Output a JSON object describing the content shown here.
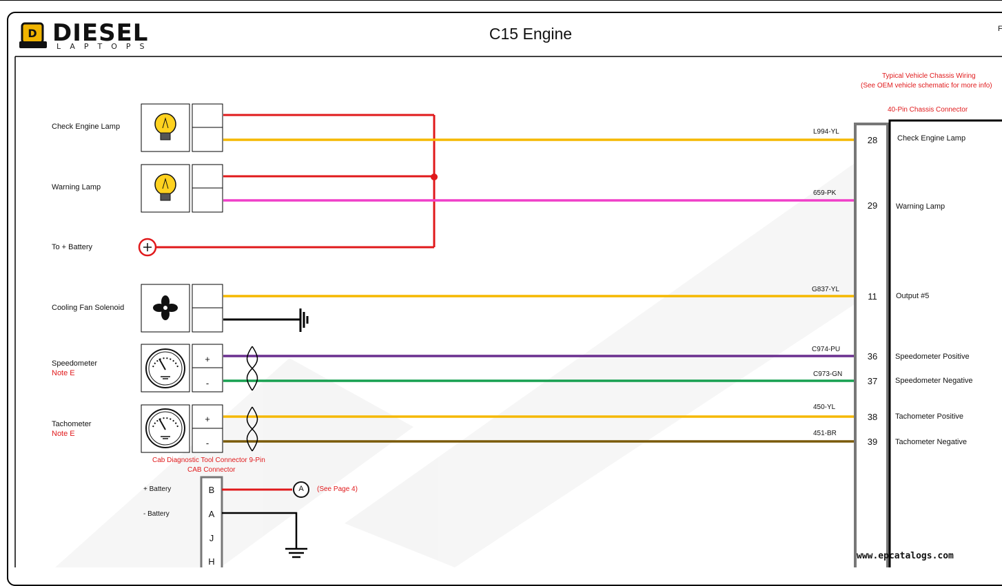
{
  "header": {
    "title": "C15 Engine",
    "logo_word": "DIESEL",
    "logo_sub": "LAPTOPS",
    "corner_text": "F"
  },
  "chassis": {
    "note_line1": "Typical Vehicle Chassis Wiring",
    "note_line2": "(See OEM vehicle schematic for more info)",
    "connector_title": "40-Pin Chassis Connector"
  },
  "components": [
    {
      "label": "Check Engine Lamp",
      "icon": "light-bulb-icon"
    },
    {
      "label": "Warning Lamp",
      "icon": "light-bulb-icon"
    },
    {
      "label": "To + Battery",
      "icon": "battery-positive-icon"
    },
    {
      "label": "Cooling Fan Solenoid",
      "icon": "fan-icon"
    },
    {
      "label": "Speedometer",
      "note": "Note E",
      "icon": "gauge-icon"
    },
    {
      "label": "Tachometer",
      "note": "Note E",
      "icon": "gauge-icon"
    }
  ],
  "wires": [
    {
      "code": "L994-YL",
      "pin": "28",
      "name": "Check Engine Lamp",
      "color": "#f5b800"
    },
    {
      "code": "659-PK",
      "pin": "29",
      "name": "Warning Lamp",
      "color": "#f03fc8"
    },
    {
      "code": "G837-YL",
      "pin": "11",
      "name": "Output #5",
      "color": "#f5b800"
    },
    {
      "code": "C974-PU",
      "pin": "36",
      "name": "Speedometer Positive",
      "color": "#6a2f8f"
    },
    {
      "code": "C973-GN",
      "pin": "37",
      "name": "Speedometer Negative",
      "color": "#17a050"
    },
    {
      "code": "450-YL",
      "pin": "38",
      "name": "Tachometer Positive",
      "color": "#f5b800"
    },
    {
      "code": "451-BR",
      "pin": "39",
      "name": "Tachometer Negative",
      "color": "#7a5a0a"
    }
  ],
  "gauge_terminals": {
    "plus": "+",
    "minus": "-"
  },
  "cab_connector": {
    "title_line1": "Cab Diagnostic Tool Connector 9-Pin",
    "title_line2": "CAB Connector",
    "pins": [
      "B",
      "A",
      "J",
      "H"
    ],
    "labels": [
      "+ Battery",
      "- Battery"
    ],
    "ref_circle": "A",
    "ref_note": "(See Page 4)"
  },
  "colors": {
    "power": "#e0191b",
    "ground": "#000000"
  },
  "watermark": {
    "text": "www.epcatalogs.com"
  }
}
